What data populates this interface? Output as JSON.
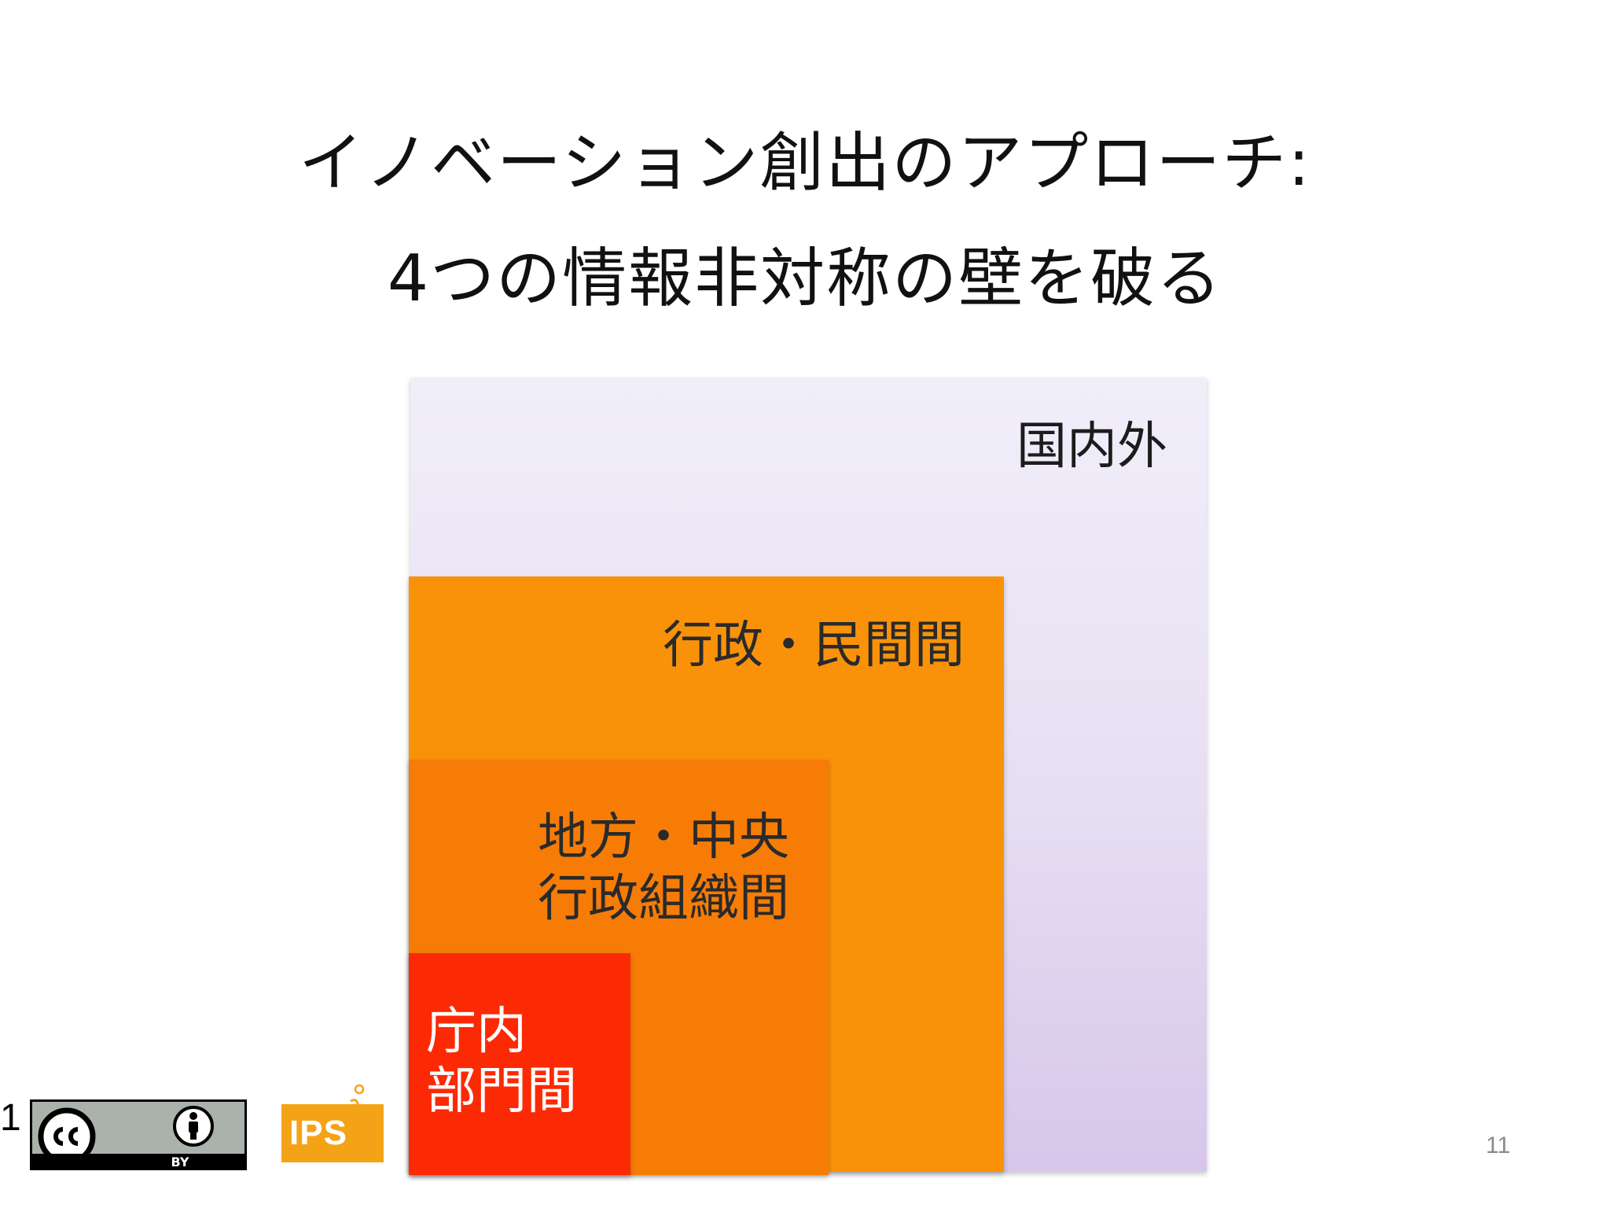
{
  "slide": {
    "title_line1": "イノベーション創出のアプローチ:",
    "title_line2": "4つの情報非対称の壁を破る",
    "page_number": "11",
    "edge_number": "1"
  },
  "boxes": {
    "outer": {
      "label": "国内外",
      "color": "#e7e0f3"
    },
    "government_private": {
      "label": "行政・民間間",
      "color": "#fa9209"
    },
    "local_central": {
      "label_line1": "地方・中央",
      "label_line2": "行政組織間",
      "color": "#f77c06"
    },
    "internal": {
      "label_line1": "庁内",
      "label_line2": "部門間",
      "color": "#fc2a04"
    }
  },
  "footer": {
    "license_badge": {
      "icons": [
        "cc-icon",
        "attribution-icon"
      ],
      "text": "BY"
    },
    "logo": {
      "text": "IPS",
      "icon": "i-icon",
      "color": "#f5a316"
    }
  }
}
